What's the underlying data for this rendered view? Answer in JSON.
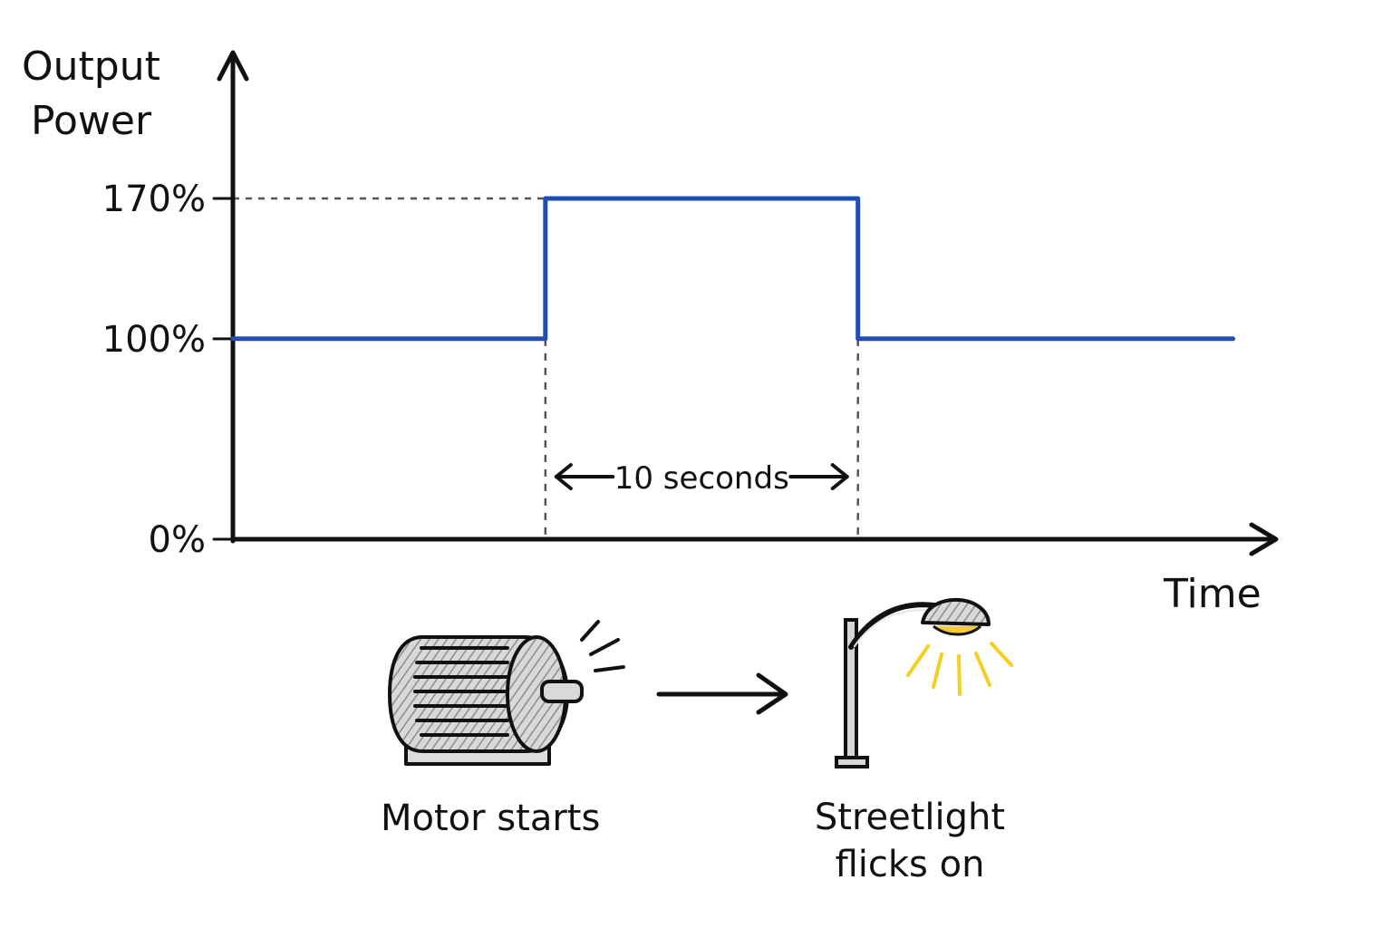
{
  "chart_data": {
    "type": "line",
    "ylabel_lines": [
      "Output",
      "Power"
    ],
    "xlabel": "Time",
    "y_ticks": [
      {
        "value": 170,
        "label": "170%"
      },
      {
        "value": 100,
        "label": "100%"
      },
      {
        "value": 0,
        "label": "0%"
      }
    ],
    "ylim": [
      0,
      170
    ],
    "step_profile": {
      "baseline_percent": 100,
      "peak_percent": 170,
      "peak_duration_seconds": 10
    },
    "series": [
      {
        "color": "#1f4fb6",
        "points": [
          {
            "x": 0,
            "y": 100
          },
          {
            "x": 10,
            "y": 100
          },
          {
            "x": 10,
            "y": 170
          },
          {
            "x": 20,
            "y": 170
          },
          {
            "x": 20,
            "y": 100
          },
          {
            "x": 32,
            "y": 100
          }
        ]
      }
    ],
    "xlim": [
      0,
      33
    ],
    "annotation": {
      "label": "10 seconds",
      "from_x": 10,
      "to_x": 20
    },
    "grid": false
  },
  "captions": {
    "motor": "Motor starts",
    "streetlight_lines": [
      "Streetlight",
      "flicks on"
    ]
  },
  "colors": {
    "line": "#1f4fb6",
    "axis": "#111111",
    "guide": "#555555",
    "light_rays": "#f5cf1f"
  },
  "icons": {
    "motor": "electric-motor-icon",
    "arrow": "right-arrow-icon",
    "streetlight": "streetlight-icon"
  }
}
